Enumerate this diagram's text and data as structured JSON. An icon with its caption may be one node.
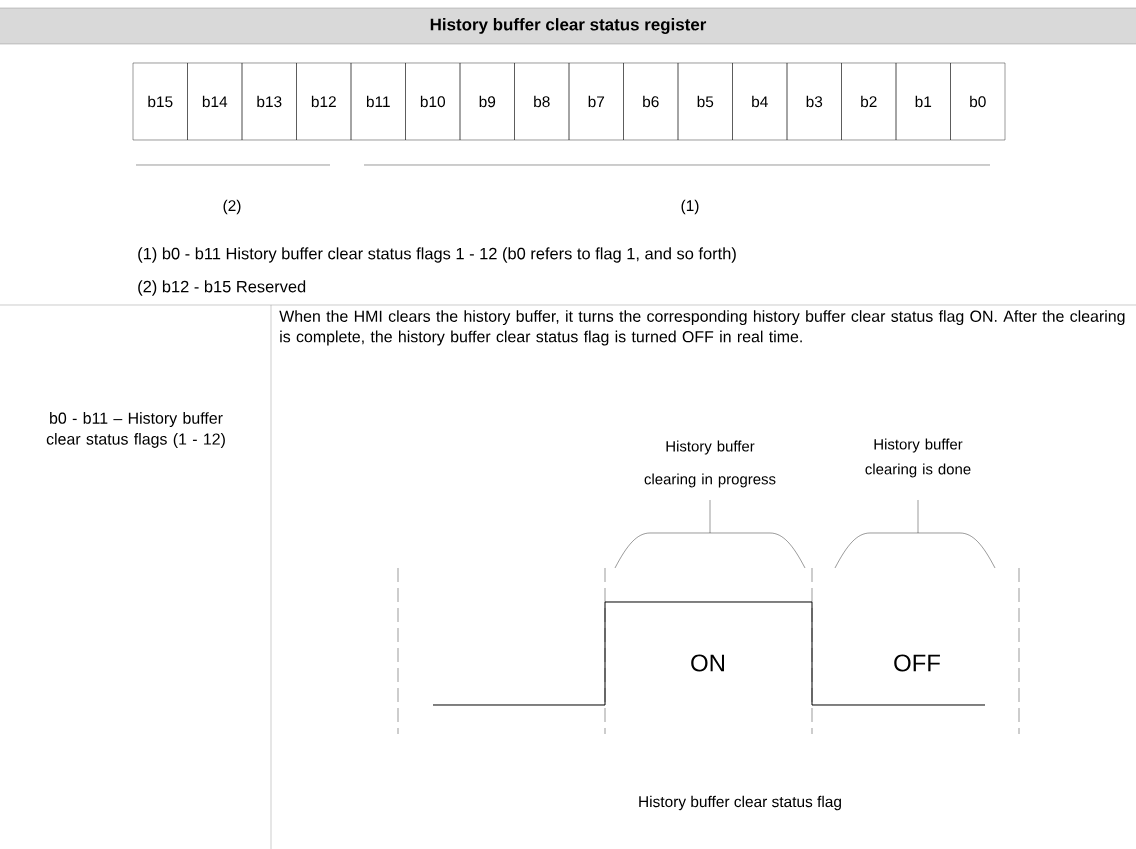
{
  "diagram": {
    "title": "History buffer clear status register",
    "nodes": [
      {
        "text": [
          "b15"
        ]
      },
      {
        "text": [
          "b14"
        ]
      },
      {
        "text": [
          "b13"
        ]
      },
      {
        "text": [
          "b12"
        ]
      },
      {
        "text": [
          "b11"
        ]
      },
      {
        "text": [
          "b10"
        ]
      },
      {
        "text": [
          "b9"
        ]
      },
      {
        "text": [
          "b8"
        ]
      },
      {
        "text": [
          "b7"
        ]
      },
      {
        "text": [
          "b6"
        ]
      },
      {
        "text": [
          "b5"
        ]
      },
      {
        "text": [
          "b4"
        ]
      },
      {
        "text": [
          "b3"
        ]
      },
      {
        "text": [
          "b2"
        ]
      },
      {
        "text": [
          "b1"
        ]
      },
      {
        "text": [
          "b0"
        ]
      }
    ],
    "labels": [
      "(2)",
      "(1)",
      "(1) b0 - b11 History buffer clear status flags 1 - 12 (b0 refers to flag 1, and so forth)",
      "(2) b12 - b15 Reserved",
      "When the HMI clears the history buffer, it turns the corresponding history buffer clear status flag ON. After the clearing is complete, the history buffer clear status flag is turned OFF in real time.",
      "b0 - b11 – History buffer clear status flags (1 - 12)",
      "History buffer clearing in progress",
      "History buffer clearing is done",
      "ON",
      "OFF",
      "History buffer clear status flag"
    ]
  }
}
